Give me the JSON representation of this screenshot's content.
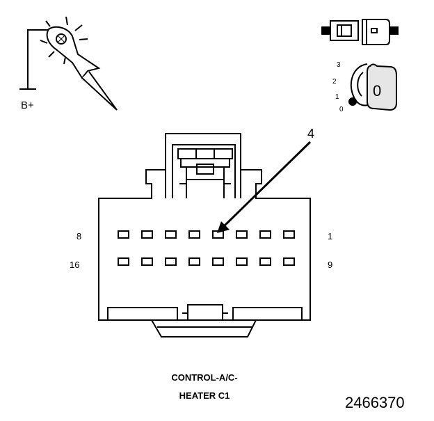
{
  "probe": {
    "label": "B+"
  },
  "ignition": {
    "positions": [
      "3",
      "2",
      "1",
      "0"
    ],
    "key_label": "0"
  },
  "connector": {
    "callout": "4",
    "pin_labels": {
      "top_left": "8",
      "top_right": "1",
      "bottom_left": "16",
      "bottom_right": "9"
    },
    "rows": 2,
    "pins_per_row": 8,
    "title_line1": "CONTROL-A/C-",
    "title_line2": "HEATER C1"
  },
  "figure_number": "2466370",
  "colors": {
    "stroke": "#000000",
    "background": "#ffffff",
    "key_fill": "#e6e6e6"
  }
}
